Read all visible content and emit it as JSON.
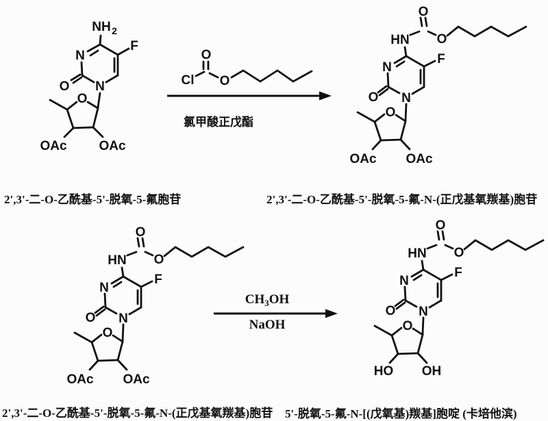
{
  "scheme": {
    "ink_color": "#101010",
    "background_color": "#fcfcfc"
  },
  "labels": {
    "nh": "NH",
    "nh_sub": "2",
    "hn": "HN",
    "n": "N",
    "o": "O",
    "f": "F",
    "cl": "Cl",
    "oac": "OAc",
    "ho": "HO",
    "oh": "OH"
  },
  "reaction1": {
    "reagent_caption": "氯甲酸正戊酯",
    "reactant_caption": "2',3'-二-O-乙酰基-5'-脱氧-5-氟胞苷",
    "product_caption": "2',3'-二-O-乙酰基-5'-脱氧-5-氟-N-(正戊基氧羰基)胞苷"
  },
  "reaction2": {
    "methanol_pre": "CH",
    "methanol_sub": "3",
    "methanol_post": "OH",
    "base": "NaOH",
    "reactant_caption": "2',3'-二-O-乙酰基-5'-脱氧-5-氟-N-(正戊基氧羰基)胞苷",
    "product_caption": "5'-脱氧-5-氟-N-[(戊氧基)羰基]胞啶 (卡培他滨)"
  }
}
